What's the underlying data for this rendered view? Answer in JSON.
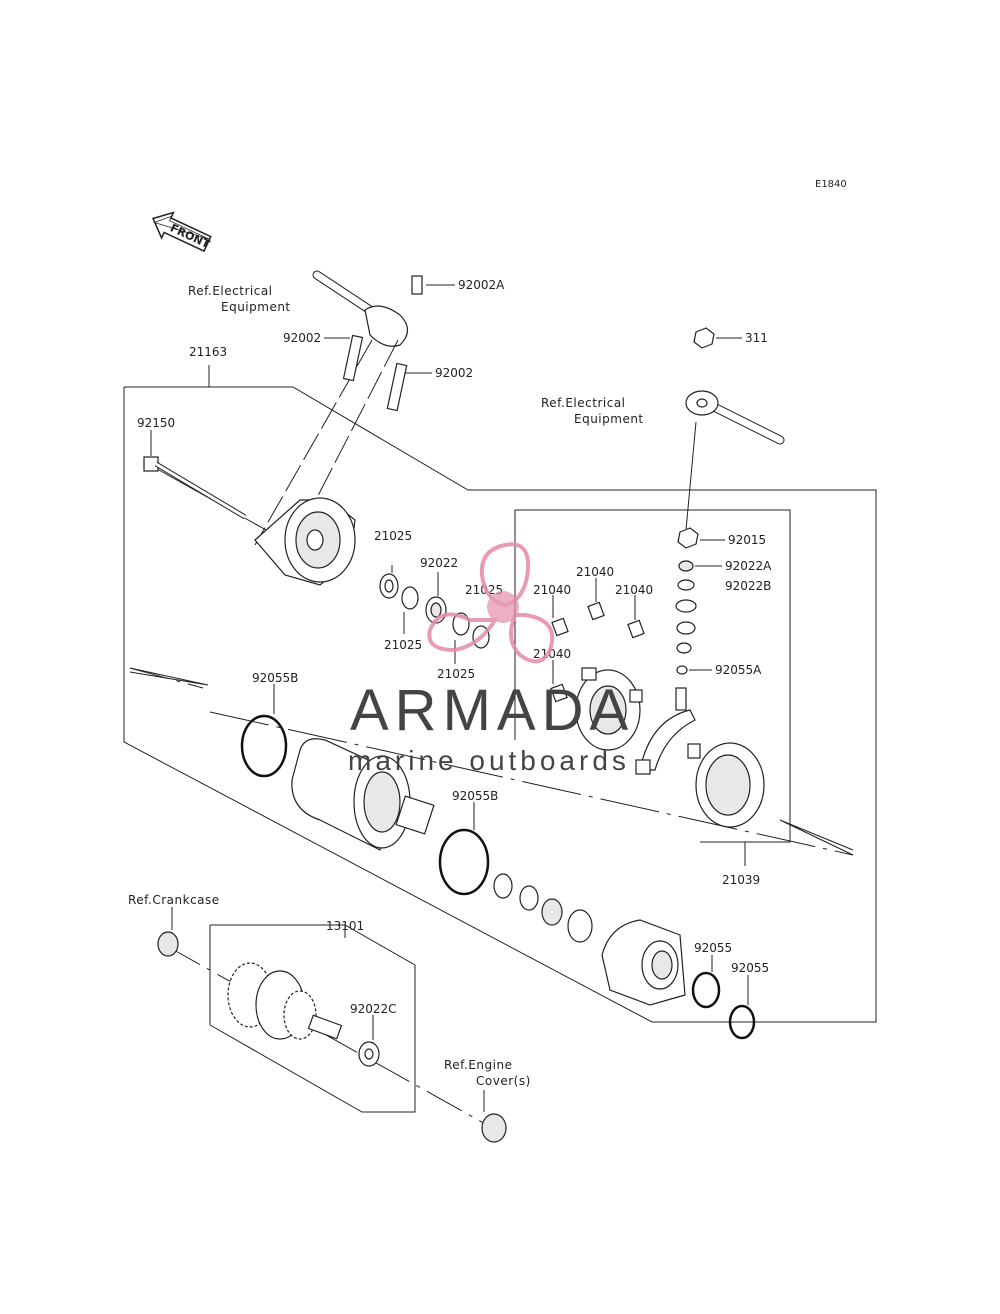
{
  "diagram": {
    "code": "E1840",
    "front_label": "FRONT",
    "refs": {
      "electrical_1": [
        "Ref.Electrical",
        "Equipment"
      ],
      "electrical_2": [
        "Ref.Electrical",
        "Equipment"
      ],
      "crankcase": [
        "Ref.Crankcase"
      ],
      "engine_cover": [
        "Ref.Engine",
        "Cover(s)"
      ]
    },
    "parts": {
      "p92002A": "92002A",
      "p92002_a": "92002",
      "p92002_b": "92002",
      "p21163": "21163",
      "p92150": "92150",
      "p311": "311",
      "p92015": "92015",
      "p92022A": "92022A",
      "p92022B": "92022B",
      "p92055A": "92055A",
      "p21025_a": "21025",
      "p92022": "92022",
      "p21025_b": "21025",
      "p21025_c": "21025",
      "p21025_d": "21025",
      "p21040_a": "21040",
      "p21040_b": "21040",
      "p21040_c": "21040",
      "p21040_d": "21040",
      "p92055B_a": "92055B",
      "p92055B_b": "92055B",
      "p21039": "21039",
      "p13101": "13101",
      "p92022C": "92022C",
      "p92055_a": "92055",
      "p92055_b": "92055"
    }
  },
  "watermark": {
    "brand": "ARMADA",
    "tagline": "marine outboards",
    "color": "#e58aa8"
  }
}
